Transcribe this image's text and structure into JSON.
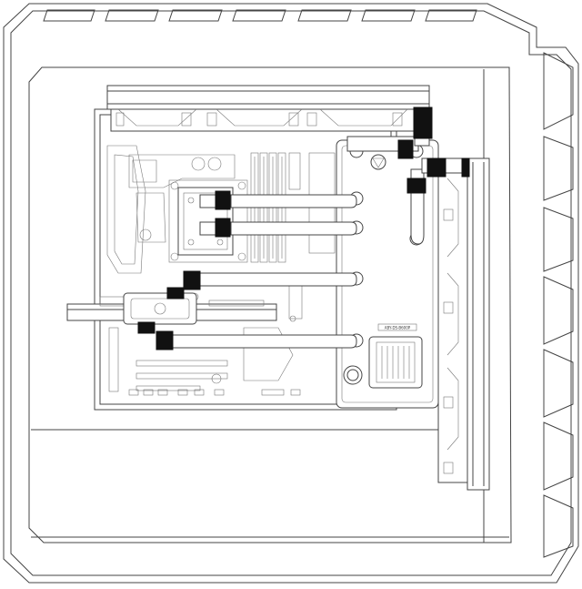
{
  "diagram": {
    "style": "line-art",
    "colors": {
      "stroke": "#444444",
      "background": "#ffffff",
      "fitting": "#111111"
    },
    "components": [
      {
        "name": "case-chassis"
      },
      {
        "name": "motherboard"
      },
      {
        "name": "top-radiator"
      },
      {
        "name": "front-radiator"
      },
      {
        "name": "distribution-plate"
      },
      {
        "name": "cpu-block"
      },
      {
        "name": "gpu-block"
      },
      {
        "name": "pump-unit"
      },
      {
        "name": "hard-tubes"
      }
    ],
    "labels": {
      "plate_badge": "ABY-DS-B600P"
    }
  }
}
